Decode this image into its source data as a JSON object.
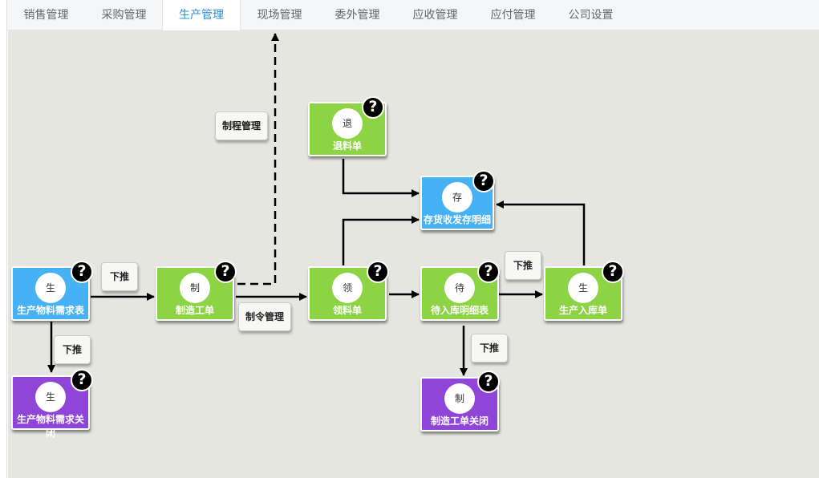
{
  "tabs": [
    {
      "label": "销售管理",
      "active": false
    },
    {
      "label": "采购管理",
      "active": false
    },
    {
      "label": "生产管理",
      "active": true
    },
    {
      "label": "现场管理",
      "active": false
    },
    {
      "label": "委外管理",
      "active": false
    },
    {
      "label": "应收管理",
      "active": false
    },
    {
      "label": "应付管理",
      "active": false
    },
    {
      "label": "公司设置",
      "active": false
    }
  ],
  "nodes": {
    "mrp": {
      "icon": "生",
      "label": "生产物料需求表"
    },
    "mrp_close": {
      "icon": "生",
      "label": "生产物料需求关闭"
    },
    "mo": {
      "icon": "制",
      "label": "制造工单"
    },
    "mo_close": {
      "icon": "制",
      "label": "制造工单关闭"
    },
    "issue": {
      "icon": "领",
      "label": "领料单"
    },
    "return": {
      "icon": "退",
      "label": "退料单"
    },
    "stock": {
      "icon": "存",
      "label": "存货收发存明细"
    },
    "pending": {
      "icon": "待",
      "label": "待入库明细表"
    },
    "receipt": {
      "icon": "生",
      "label": "生产入库单"
    }
  },
  "help_glyph": "?",
  "buttons": {
    "push1": "下推",
    "push2": "下推",
    "push3": "下推",
    "push4": "下推",
    "process_mgmt": "制程管理",
    "order_mgmt": "制令管理"
  },
  "colors": {
    "green": "#8dd444",
    "blue": "#46b2f5",
    "purple": "#8e45d8",
    "tab_active": "#2b8fd8",
    "canvas": "#e6e6e0"
  }
}
